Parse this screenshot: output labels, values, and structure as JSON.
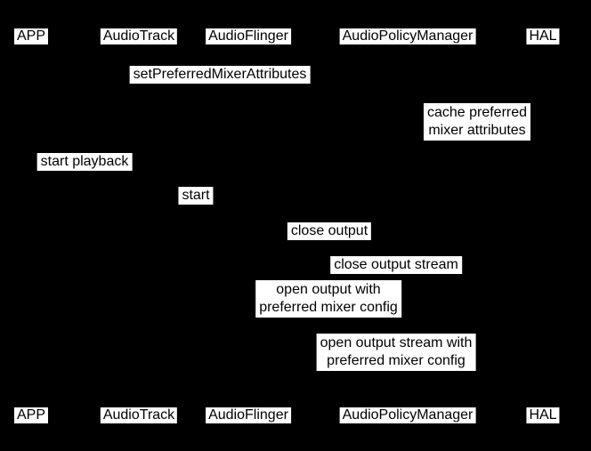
{
  "diagram": {
    "background_color": "#000000",
    "label_background_color": "#ffffff",
    "label_text_color": "#000000",
    "participants": [
      {
        "label": "APP"
      },
      {
        "label": "AudioTrack"
      },
      {
        "label": "AudioFlinger"
      },
      {
        "label": "AudioPolicyManager"
      },
      {
        "label": "HAL"
      }
    ],
    "messages": [
      {
        "text": "setPreferredMixerAttributes"
      },
      {
        "text": "cache preferred\nmixer attributes"
      },
      {
        "text": "start playback"
      },
      {
        "text": "start"
      },
      {
        "text": "close output"
      },
      {
        "text": "close output stream"
      },
      {
        "text": "open output with\npreferred mixer config"
      },
      {
        "text": "open output stream with\npreferred mixer config"
      }
    ]
  }
}
